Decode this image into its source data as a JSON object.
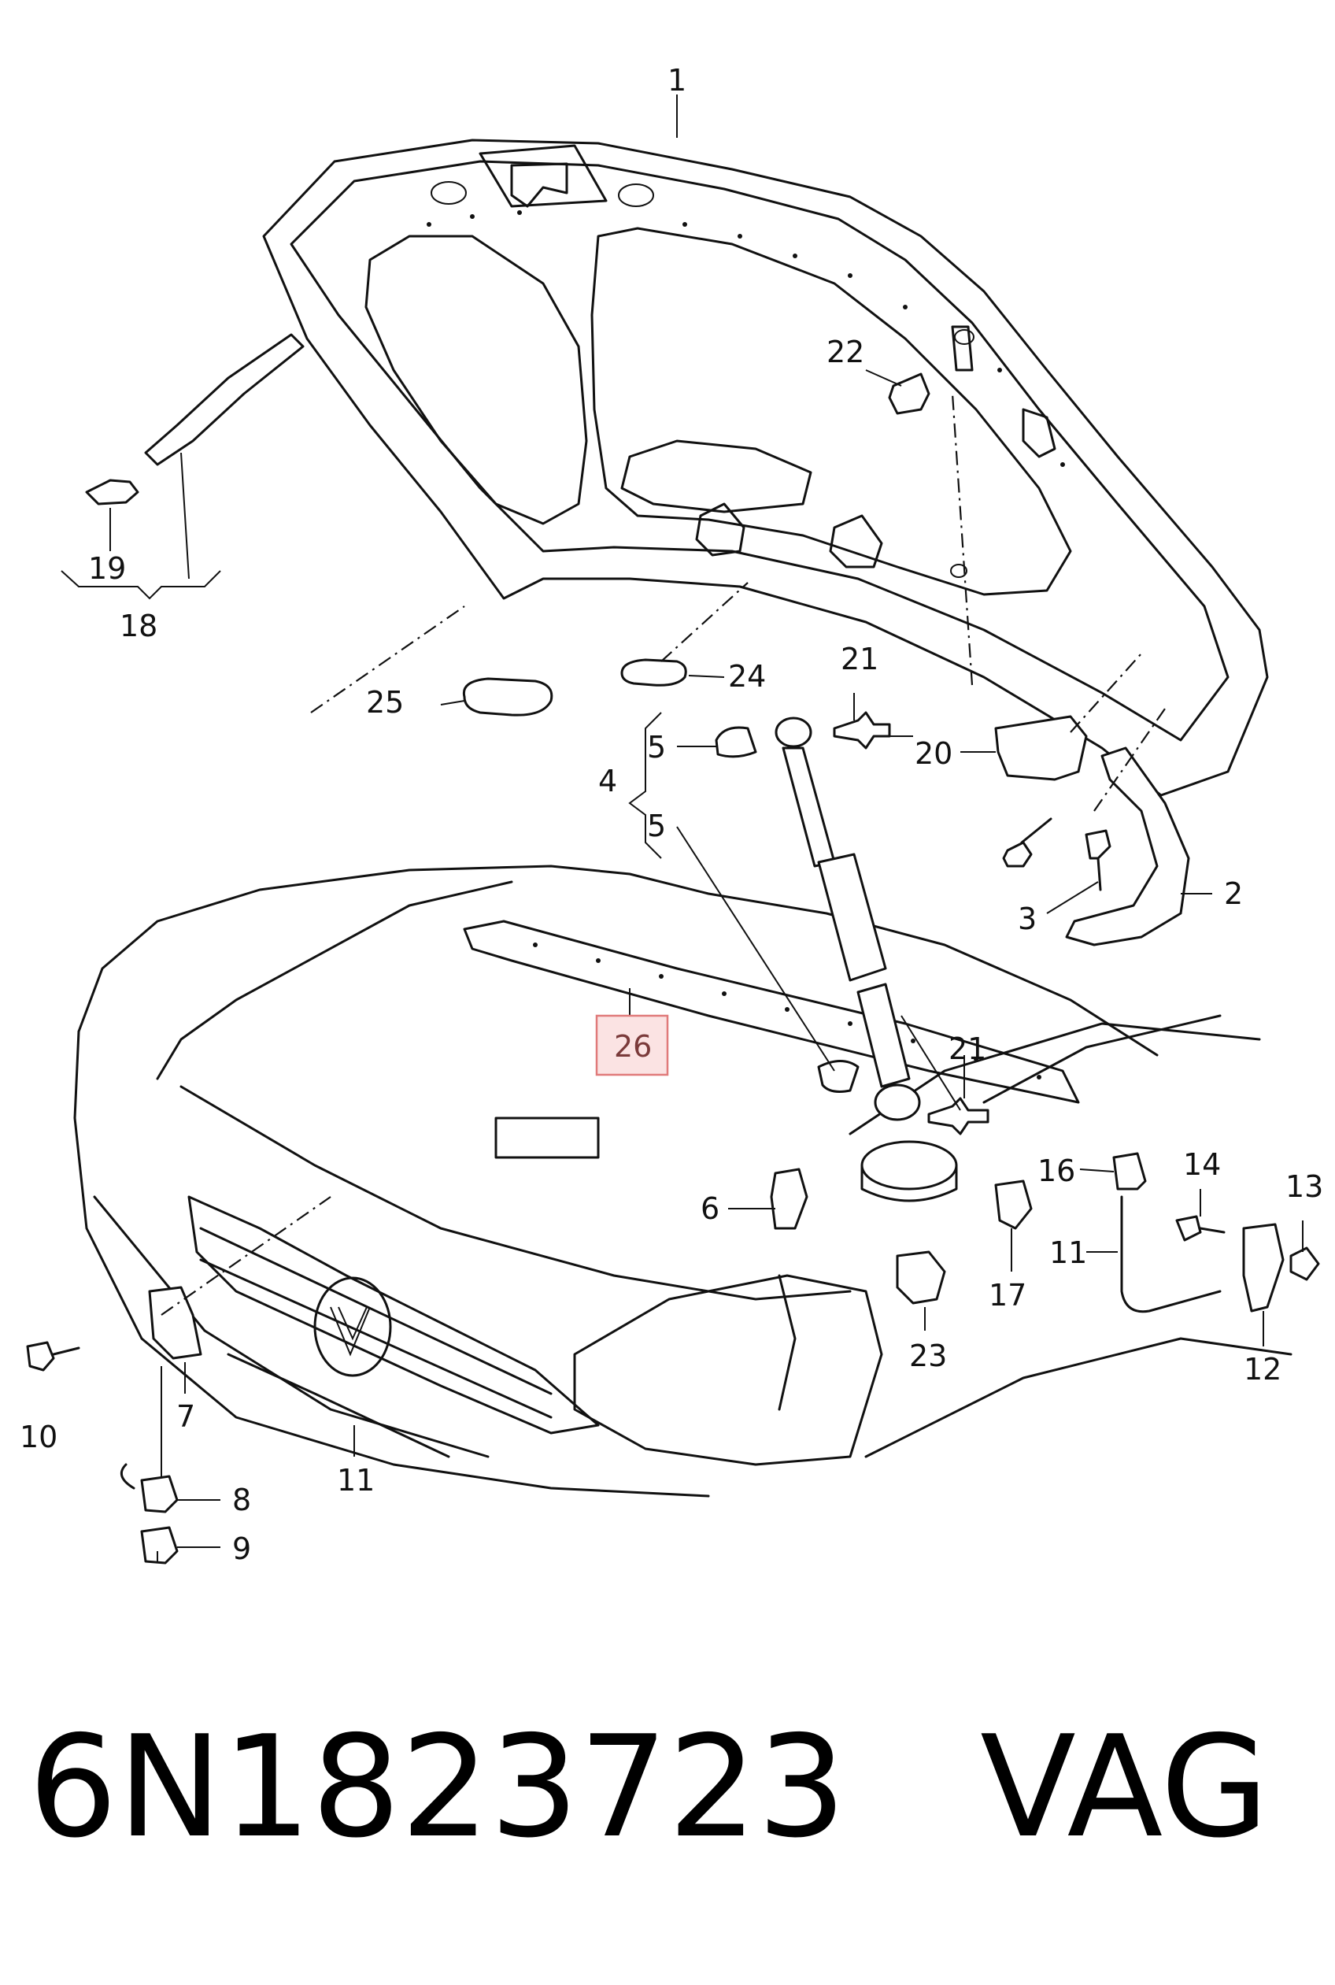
{
  "callouts": [
    {
      "id": "1",
      "text": "1"
    },
    {
      "id": "2",
      "text": "2"
    },
    {
      "id": "3",
      "text": "3"
    },
    {
      "id": "4",
      "text": "4"
    },
    {
      "id": "5a",
      "text": "5"
    },
    {
      "id": "5b",
      "text": "5"
    },
    {
      "id": "6",
      "text": "6"
    },
    {
      "id": "7",
      "text": "7"
    },
    {
      "id": "8",
      "text": "8"
    },
    {
      "id": "9",
      "text": "9"
    },
    {
      "id": "10",
      "text": "10"
    },
    {
      "id": "11a",
      "text": "11"
    },
    {
      "id": "11b",
      "text": "11"
    },
    {
      "id": "12",
      "text": "12"
    },
    {
      "id": "13",
      "text": "13"
    },
    {
      "id": "14",
      "text": "14"
    },
    {
      "id": "16",
      "text": "16"
    },
    {
      "id": "17",
      "text": "17"
    },
    {
      "id": "18",
      "text": "18"
    },
    {
      "id": "19",
      "text": "19"
    },
    {
      "id": "20",
      "text": "20"
    },
    {
      "id": "21a",
      "text": "21"
    },
    {
      "id": "21b",
      "text": "21"
    },
    {
      "id": "22",
      "text": "22"
    },
    {
      "id": "23",
      "text": "23"
    },
    {
      "id": "24",
      "text": "24"
    },
    {
      "id": "25",
      "text": "25"
    },
    {
      "id": "26",
      "text": "26"
    }
  ],
  "highlighted_callout": "26",
  "colors": {
    "highlight_fill": "#fbe3e3",
    "highlight_border": "#e07a7a",
    "line": "#111111"
  },
  "footer": {
    "part_number": "6N1823723",
    "brand": "VAG"
  }
}
